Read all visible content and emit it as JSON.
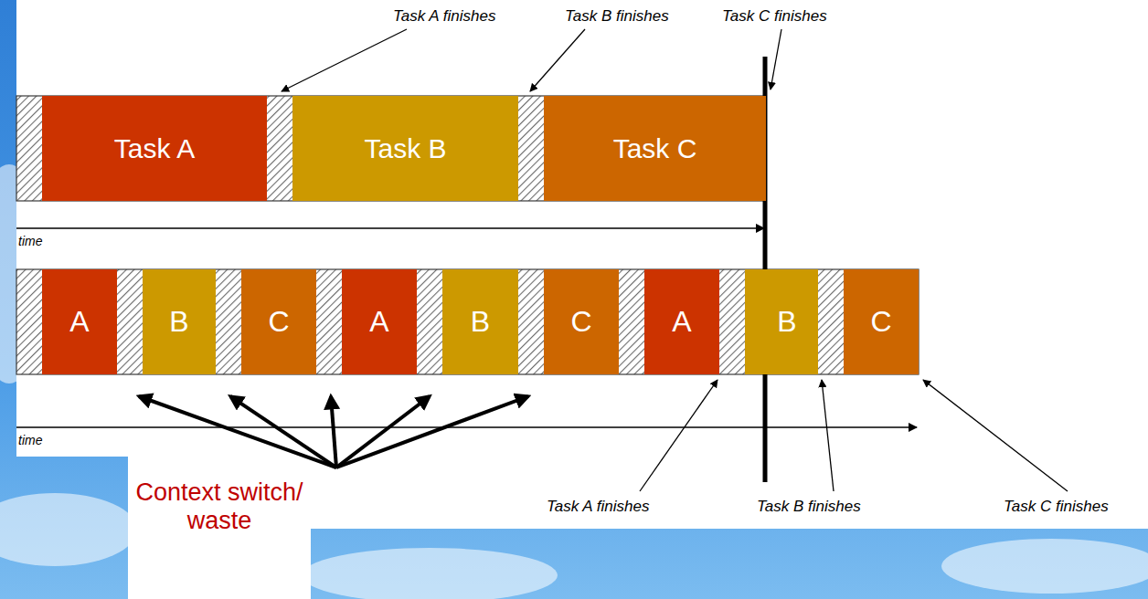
{
  "diagram": {
    "nodes": [
      {
        "text": [
          "Task A"
        ]
      },
      {
        "text": [
          "Task B"
        ]
      },
      {
        "text": [
          "Task C"
        ]
      },
      {
        "text": [
          "A"
        ]
      },
      {
        "text": [
          "B"
        ]
      },
      {
        "text": [
          "C"
        ]
      },
      {
        "text": [
          "A"
        ]
      },
      {
        "text": [
          "B"
        ]
      },
      {
        "text": [
          "C"
        ]
      },
      {
        "text": [
          "A"
        ]
      },
      {
        "text": [
          "B"
        ]
      },
      {
        "text": [
          "C"
        ]
      }
    ],
    "labels": [
      "Task A finishes",
      "Task B finishes",
      "Task C finishes",
      "time",
      "time",
      "Context switch/ waste",
      "Task A finishes",
      "Task B finishes",
      "Task C finishes"
    ]
  }
}
